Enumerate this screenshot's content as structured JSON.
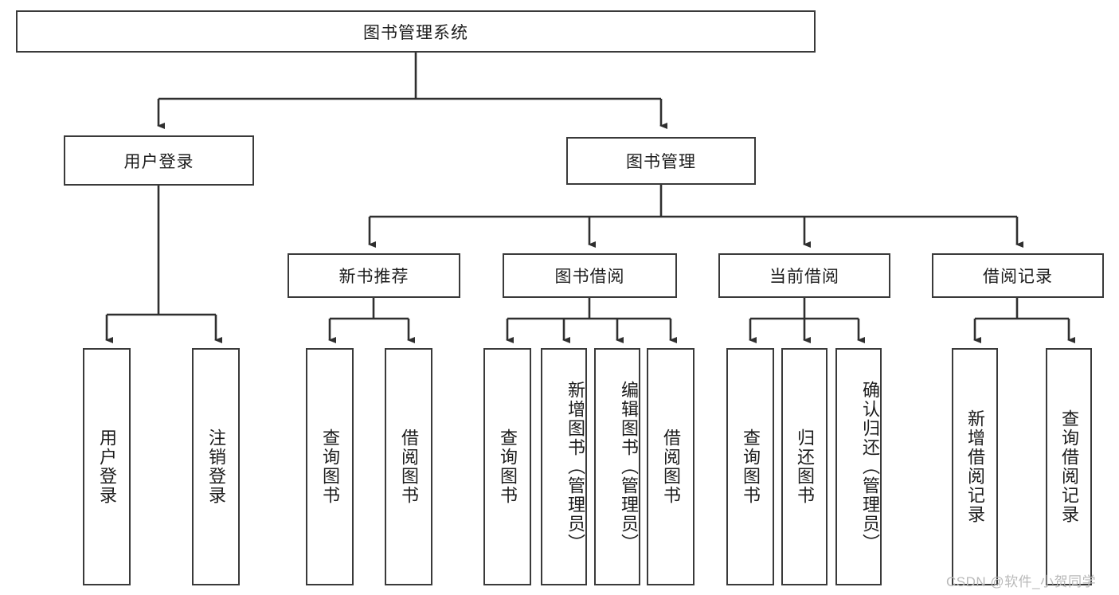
{
  "diagram": {
    "title": "图书管理系统",
    "type": "tree-hierarchy",
    "root": {
      "label": "图书管理系统"
    },
    "level2": [
      {
        "label": "用户登录"
      },
      {
        "label": "图书管理"
      }
    ],
    "level3": [
      {
        "label": "新书推荐"
      },
      {
        "label": "图书借阅"
      },
      {
        "label": "当前借阅"
      },
      {
        "label": "借阅记录"
      }
    ],
    "leaves": {
      "user_login": [
        {
          "label": "用户登录"
        },
        {
          "label": "注销登录"
        }
      ],
      "new_book_recommend": [
        {
          "label": "查询图书"
        },
        {
          "label": "借阅图书"
        }
      ],
      "book_borrow": [
        {
          "label": "查询图书"
        },
        {
          "label": "新增图书（管理员）"
        },
        {
          "label": "编辑图书（管理员）"
        },
        {
          "label": "借阅图书"
        }
      ],
      "current_borrow": [
        {
          "label": "查询图书"
        },
        {
          "label": "归还图书"
        },
        {
          "label": "确认归还（管理员）"
        }
      ],
      "borrow_record": [
        {
          "label": "新增借阅记录"
        },
        {
          "label": "查询借阅记录"
        }
      ]
    }
  },
  "watermark": {
    "text": "CSDN @软件_小贺同学"
  },
  "colors": {
    "background": "#ffffff",
    "box_border": "#3a3a3a",
    "connector": "#2f2f2f",
    "text": "#1c1c1c",
    "watermark": "#b9b9b9"
  }
}
